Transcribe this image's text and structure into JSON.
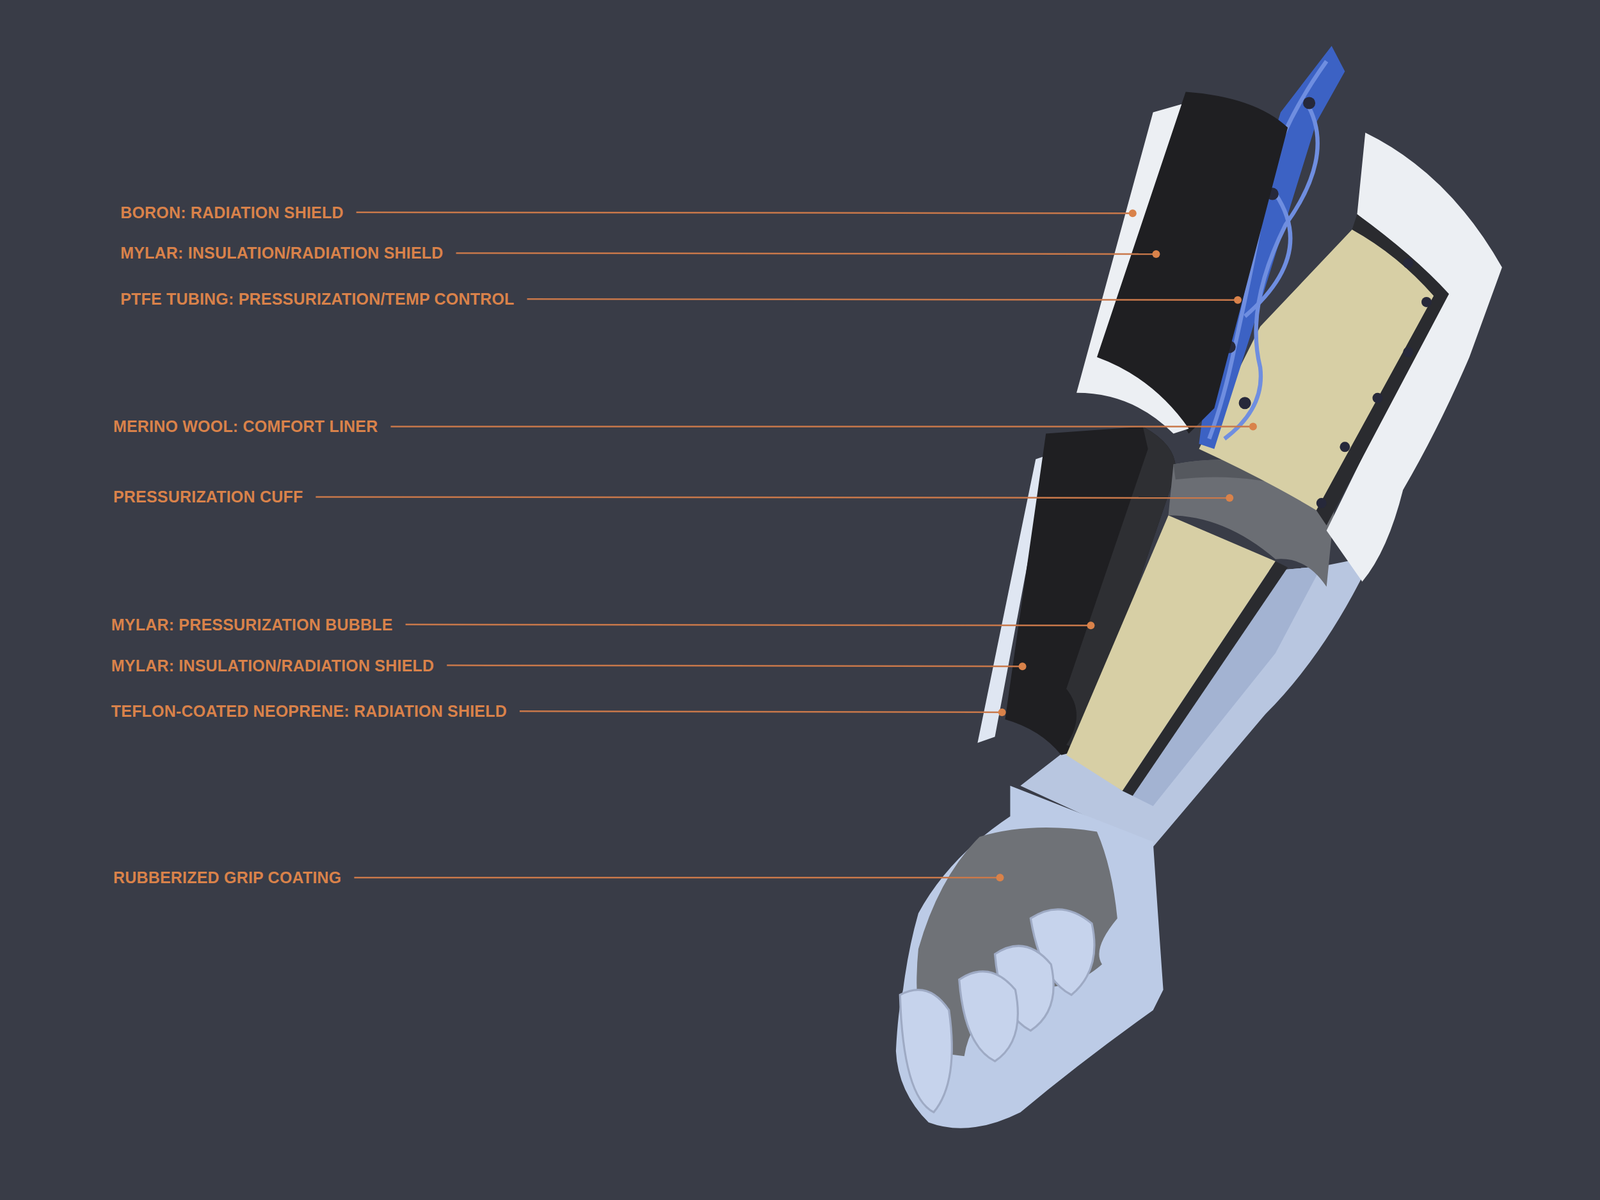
{
  "diagram": {
    "labels": [
      "BORON: RADIATION SHIELD",
      "MYLAR: INSULATION/RADIATION SHIELD",
      "PTFE TUBING: PRESSURIZATION/TEMP CONTROL",
      "MERINO WOOL: COMFORT LINER",
      "PRESSURIZATION CUFF",
      "MYLAR: PRESSURIZATION BUBBLE",
      "MYLAR: INSULATION/RADIATION SHIELD",
      "TEFLON-COATED NEOPRENE: RADIATION SHIELD",
      "RUBBERIZED GRIP COATING"
    ]
  }
}
